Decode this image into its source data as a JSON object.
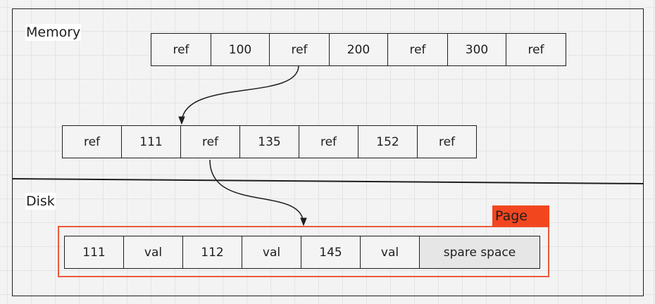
{
  "sections": {
    "memory_label": "Memory",
    "disk_label": "Disk",
    "page_label": "Page"
  },
  "memory": {
    "root_node": [
      "ref",
      "100",
      "ref",
      "200",
      "ref",
      "300",
      "ref"
    ],
    "child_node": [
      "ref",
      "111",
      "ref",
      "135",
      "ref",
      "152",
      "ref"
    ]
  },
  "disk": {
    "page_cells": [
      "111",
      "val",
      "112",
      "val",
      "145",
      "val",
      "spare space"
    ]
  },
  "colors": {
    "page_accent": "#f2461f",
    "line": "#1e1e1e"
  }
}
